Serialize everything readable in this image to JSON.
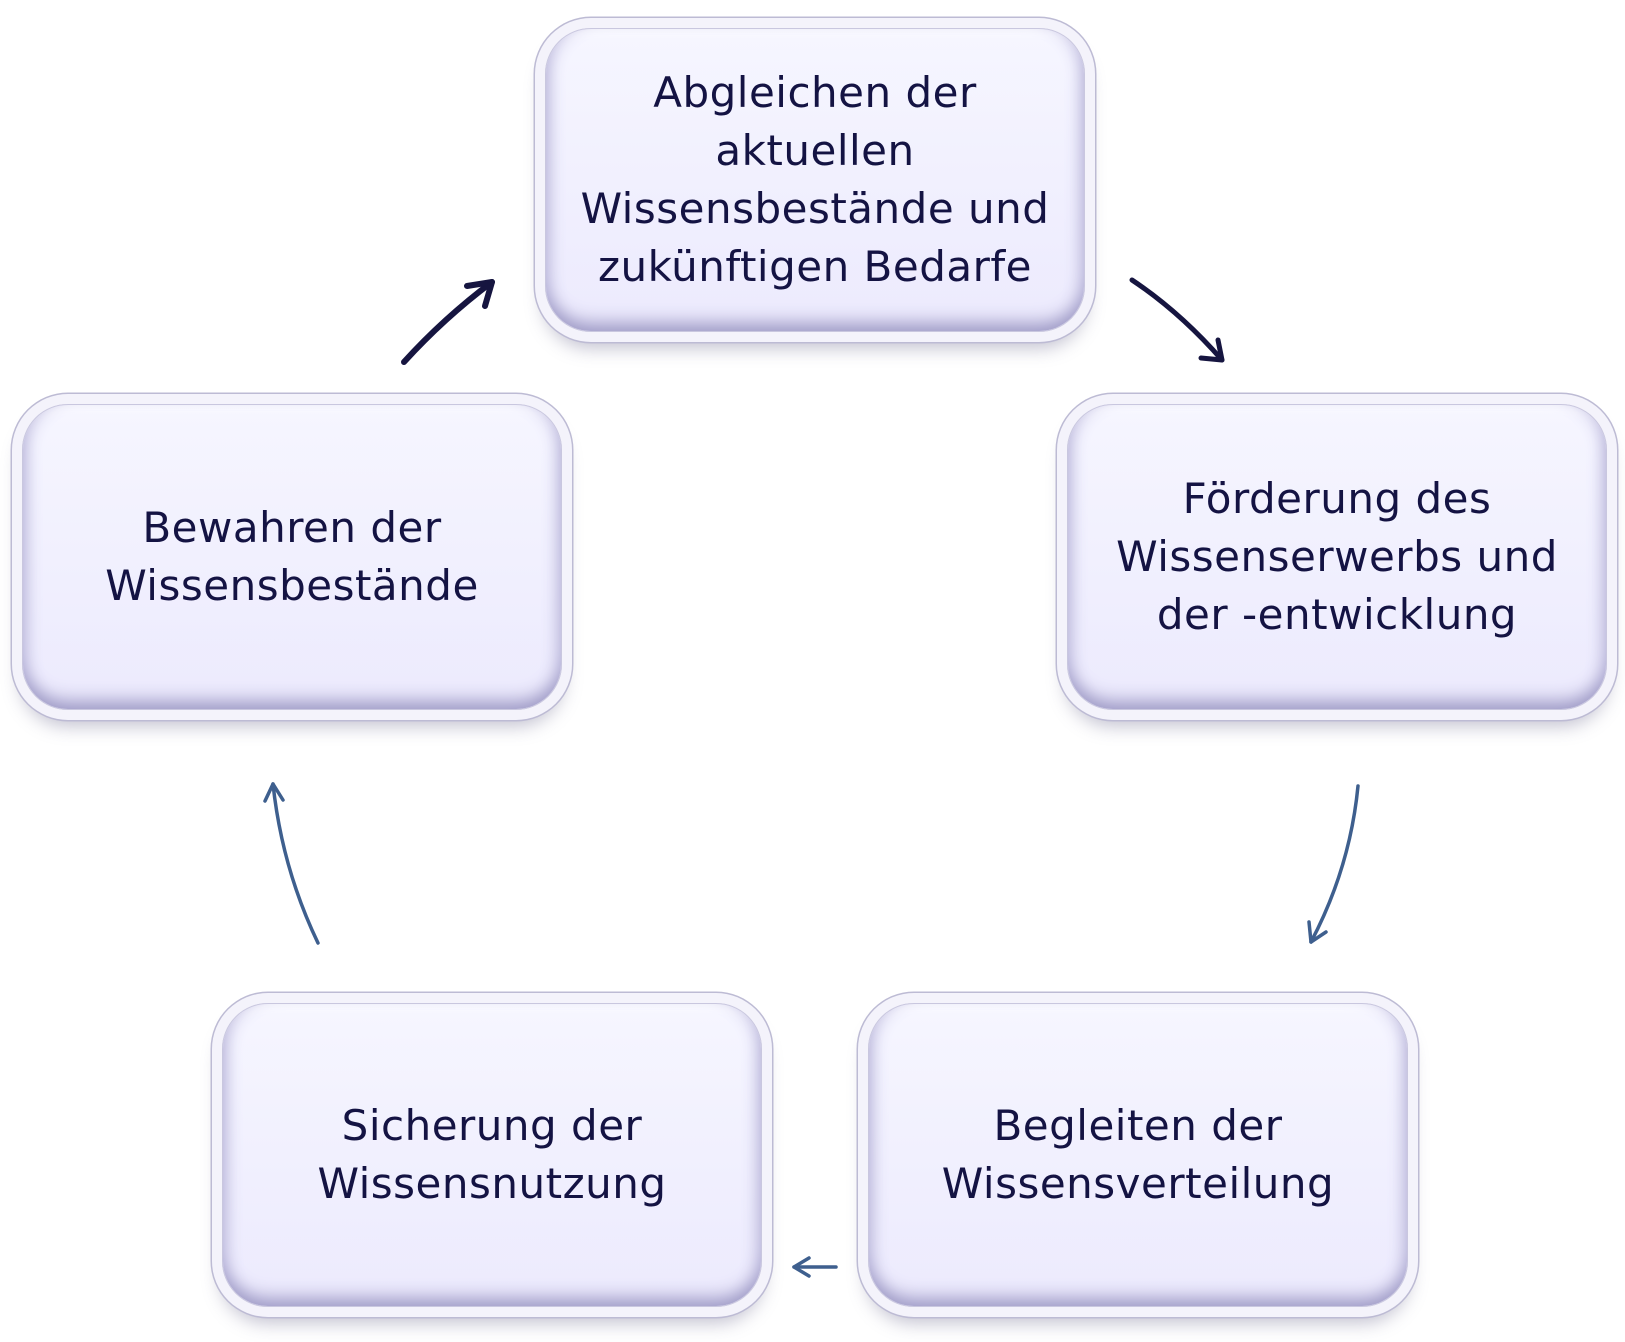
{
  "diagram": {
    "nodes": [
      {
        "id": "n1",
        "label": "Abgleichen der\naktuellen\nWissensbestände und\nzukünftigen Bedarfe"
      },
      {
        "id": "n2",
        "label": "Förderung des\nWissenserwerbs und\nder -entwicklung"
      },
      {
        "id": "n3",
        "label": "Begleiten der\nWissensverteilung"
      },
      {
        "id": "n4",
        "label": "Sicherung der\nWissensnutzung"
      },
      {
        "id": "n5",
        "label": "Bewahren der\nWissensbestände"
      }
    ],
    "edges": [
      {
        "from": "n1",
        "to": "n2"
      },
      {
        "from": "n2",
        "to": "n3"
      },
      {
        "from": "n3",
        "to": "n4"
      },
      {
        "from": "n4",
        "to": "n5"
      },
      {
        "from": "n5",
        "to": "n1"
      }
    ],
    "colors": {
      "node_text": "#141343",
      "arrow_dark": "#161540",
      "arrow_blue": "#3e5f8e"
    }
  }
}
